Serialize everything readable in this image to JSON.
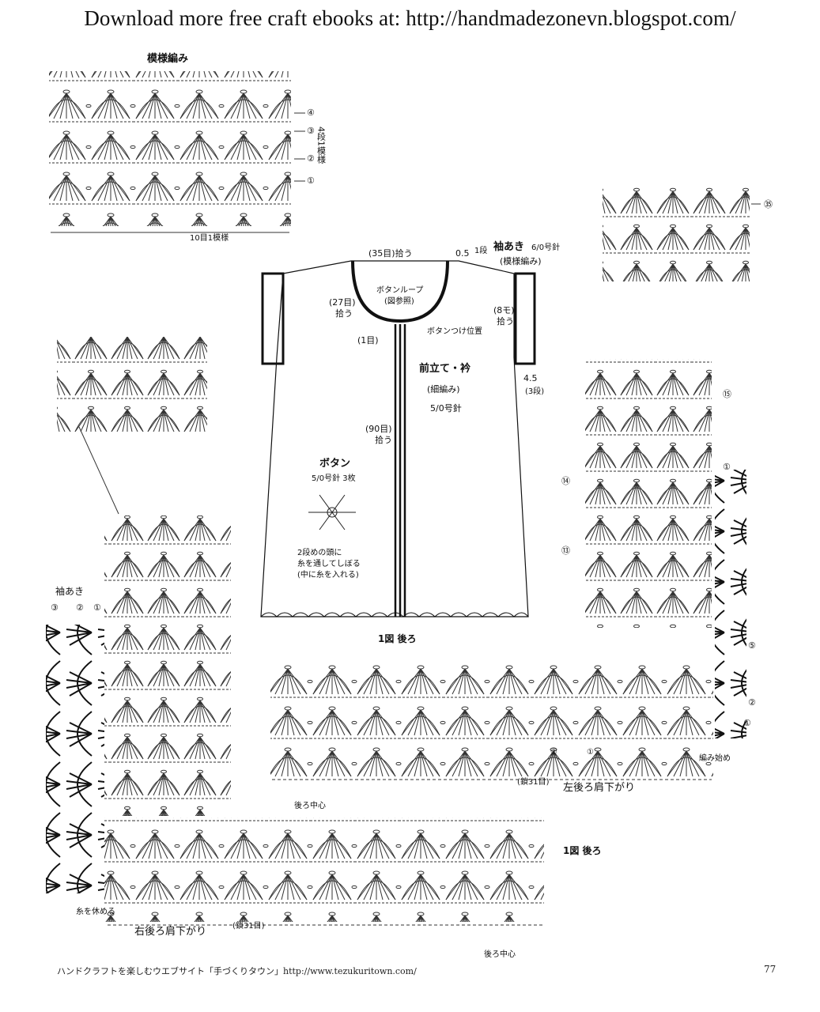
{
  "banner": "Download more free craft ebooks at: http://handmadezonevn.blogspot.com/",
  "swatch": {
    "title": "模様編み",
    "rows": [
      "④",
      "③",
      "②",
      "①"
    ],
    "repeat_label": "4段1模様",
    "bottom_label": "10目1模様"
  },
  "top_right_mark": "㉟",
  "sleeve": {
    "title": "袖あき",
    "needle": "6/0号針",
    "stitch": "(模様編み)",
    "rows_top": "1段",
    "count_top": "0.5",
    "left_pick": "(27目)",
    "left_pick2": "拾う",
    "right_pick": "(8モ)",
    "right_pick2": "拾う",
    "side_size": "4.5",
    "side_rows": "(3段)"
  },
  "neck": {
    "pick": "(35目)拾う",
    "loop": "ボタンループ",
    "loop_ref": "(図参照)",
    "button_pos": "ボタンつけ位置",
    "one_st": "(1目)"
  },
  "front": {
    "title": "前立て・衿",
    "stitch": "(細編み)",
    "needle": "5/0号針",
    "pick": "(90目)",
    "pick2": "拾う"
  },
  "button": {
    "title": "ボタン",
    "spec": "5/0号針 3枚",
    "note1": "2段めの頭に",
    "note2": "糸を通してしぼる",
    "note3": "(中に糸を入れる)"
  },
  "fig1_upper": "1図 後ろ",
  "fig1_lower": "1図 後ろ",
  "right_marks": [
    "⑮",
    "①",
    "⑭",
    "⑬",
    "⑤",
    "②",
    "①"
  ],
  "sleeve_open": {
    "title": "袖あき",
    "marks": [
      "③",
      "②",
      "①"
    ]
  },
  "lower": {
    "start": "編み始め",
    "left_chain": "(鎖31目)",
    "left_shoulder": "左後ろ肩下がり",
    "back_center_top": "後ろ中心",
    "rest": "糸を休める",
    "right_shoulder": "右後ろ肩下がり",
    "right_chain": "(鎖31目)",
    "back_center_bottom": "後ろ中心",
    "small_marks": [
      "②",
      "①"
    ]
  },
  "footer": {
    "left": "ハンドクラフトを楽しむウエブサイト「手づくりタウン」http://www.tezukuritown.com/",
    "page": "77"
  }
}
